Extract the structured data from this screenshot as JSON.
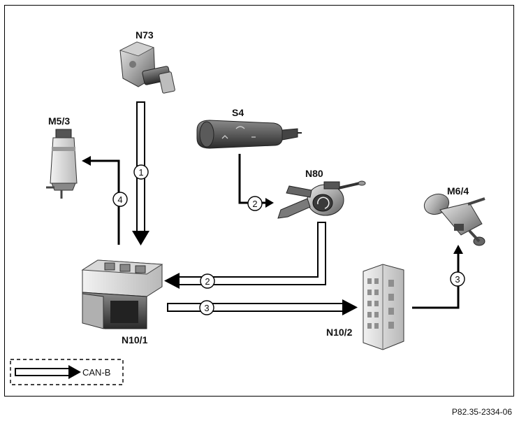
{
  "components": {
    "n73": "N73",
    "s4": "S4",
    "m5_3": "M5/3",
    "n80": "N80",
    "m6_4": "M6/4",
    "n10_1": "N10/1",
    "n10_2": "N10/2"
  },
  "paths": {
    "p1": "1",
    "p2a": "2",
    "p2b": "2",
    "p3a": "3",
    "p3b": "3",
    "p4": "4"
  },
  "legend": {
    "can_b": "CAN-B"
  },
  "figure_ref": "P82.35-2334-06"
}
